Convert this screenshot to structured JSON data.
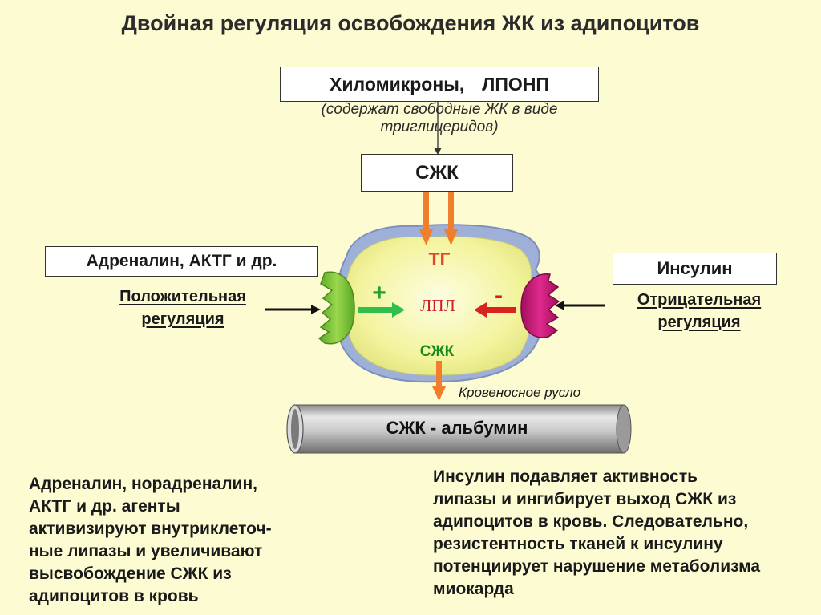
{
  "title": "Двойная регуляция освобождения ЖК из адипоцитов",
  "chylomicrons": {
    "left": "Хиломикроны,",
    "right": "ЛПОНП"
  },
  "note": {
    "line1": "(содержат свободные ЖК в виде",
    "line2": "триглицеридов)"
  },
  "ffa_box": "СЖК",
  "adrenaline_box": "Адреналин, АКТГ и др.",
  "positive_regulation": {
    "line1": "Положительная",
    "line2": "регуляция"
  },
  "insulin_box": "Инсулин",
  "negative_regulation": {
    "line1": "Отрицательная",
    "line2": "регуляция"
  },
  "cell": {
    "tg": "ТГ",
    "lpl": "ЛПЛ",
    "ffa": "СЖК",
    "plus": "+",
    "minus": "-"
  },
  "blood_label": "Кровеносное русло",
  "vessel_label": "СЖК - альбумин",
  "left_paragraph": [
    "Адреналин, норадреналин,",
    "АКТГ и др. агенты",
    "активизируют внутриклеточ-",
    "ные липазы и увеличивают",
    "высвобождение СЖК из",
    "адипоцитов в кровь"
  ],
  "right_paragraph": [
    "Инсулин подавляет активность",
    "липазы и ингибирует выход СЖК из",
    "адипоцитов в кровь. Следовательно,",
    "резистентность тканей к инсулину",
    "потенциирует нарушение метаболизма",
    "миокарда"
  ],
  "colors": {
    "background": "#fdfbd2",
    "orange_arrow": "#f07e2a",
    "green_receptor": "#7cc63a",
    "magenta_receptor": "#d2157a",
    "cell_fill": "#f4f5a8"
  }
}
